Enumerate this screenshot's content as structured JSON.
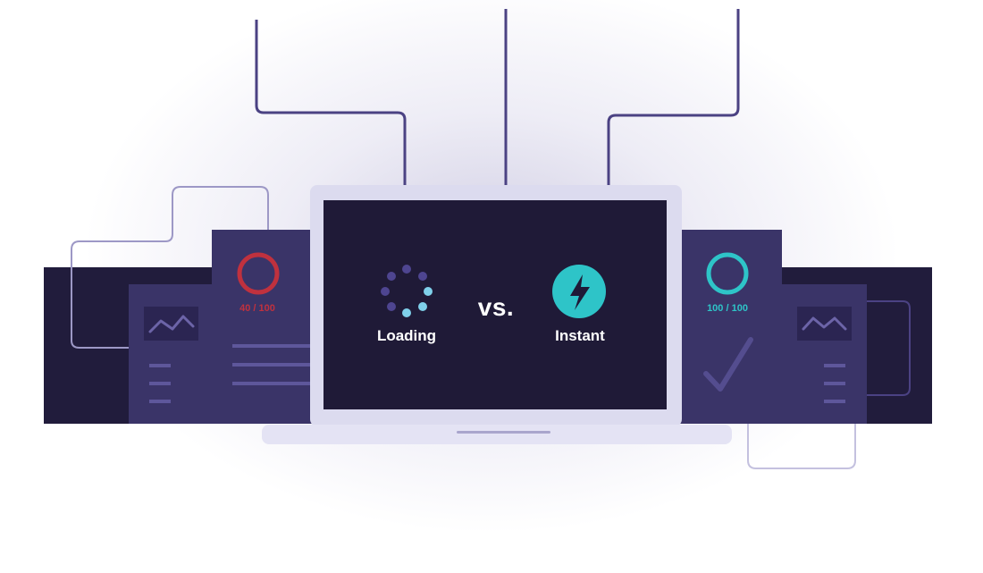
{
  "comparison": {
    "left_label": "Loading",
    "separator": "vs.",
    "right_label": "Instant"
  },
  "scores": {
    "slow": "40 / 100",
    "fast": "100 / 100"
  },
  "icons": {
    "slow_side": "loading-spinner-icon",
    "fast_side": "lightning-bolt-icon",
    "chart": "line-chart-icon",
    "check": "checkmark-icon"
  },
  "colors": {
    "background": "#ffffff",
    "dark_panel": "#211c3c",
    "card": "#3a3468",
    "card_dark": "#2e2856",
    "screen": "#1f1a37",
    "laptop_body": "#dbdaee",
    "wire": "#4a4080",
    "slow_accent": "#c0313e",
    "fast_accent": "#2ec4c8",
    "spinner_dot": "#4e4590",
    "spinner_active": "#7fd0ea"
  }
}
